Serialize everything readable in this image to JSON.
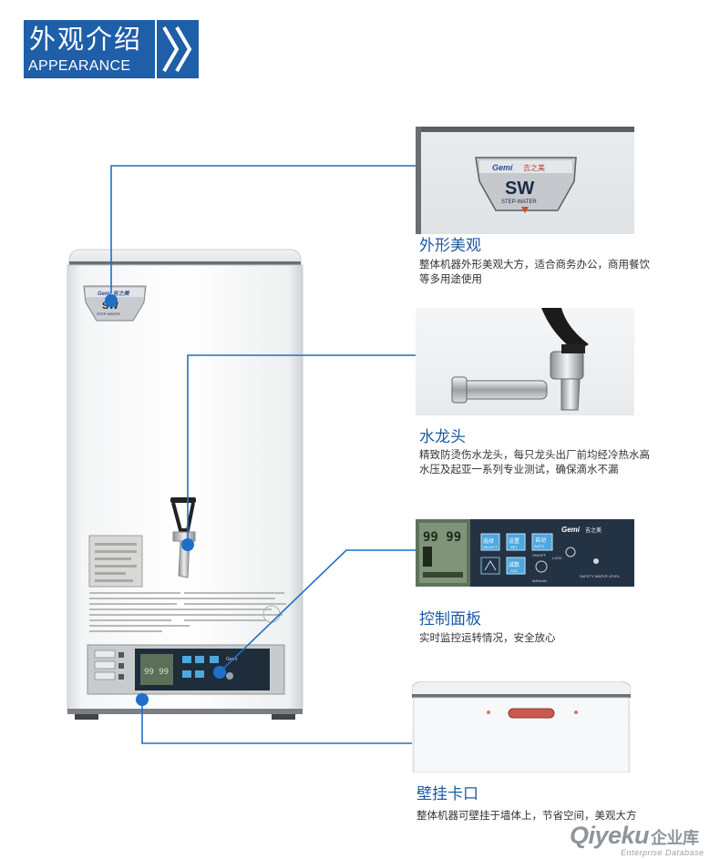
{
  "header": {
    "title_cn": "外观介绍",
    "title_en": "APPEARANCE"
  },
  "machine": {
    "badge_brand": "Gemi",
    "badge_brand_cn": "吉之美",
    "badge_logo": "SW",
    "badge_sub": "STEP-WATER",
    "panel_digits": "99 99"
  },
  "features": [
    {
      "title": "外形美观",
      "desc": "整体机器外形美观大方，适合商务办公，商用餐饮等多用途使用"
    },
    {
      "title": "水龙头",
      "desc": "精致防烫伤水龙头，每只龙头出厂前均经冷热水高水压及起亚一系列专业测试，确保滴水不漏"
    },
    {
      "title": "控制面板",
      "desc": "实时监控运转情况，安全放心"
    },
    {
      "title": "壁挂卡口",
      "desc": "整体机器可壁挂于墙体上，节省空间，美观大方"
    }
  ],
  "thumb_panel": {
    "digits": "99 99",
    "brand": "Gemi",
    "brand_cn": "吉之美",
    "btn_select": "选择",
    "btn_select_en": "SELECT",
    "btn_set": "设置",
    "btn_set_en": "SET",
    "btn_auto": "自动",
    "btn_auto_en": "AUTO",
    "btn_onoff_en": "ON/OFF",
    "btn_reduce": "减数",
    "btn_reduce_en": "CUL",
    "lock_en": "LOCK",
    "manual_en": "MANUAL",
    "safety_en": "SAFETY WATER LEVEL"
  },
  "watermark": {
    "brand": "Qiyeku",
    "brand_cn": "企业库",
    "sub": "Enterprise Database"
  },
  "colors": {
    "accent": "#1f5ea8",
    "connector": "#1f6fc9",
    "title_text": "#1d5aa3"
  },
  "icons": [
    "double-chevron-right-icon",
    "dot-marker-icon"
  ]
}
